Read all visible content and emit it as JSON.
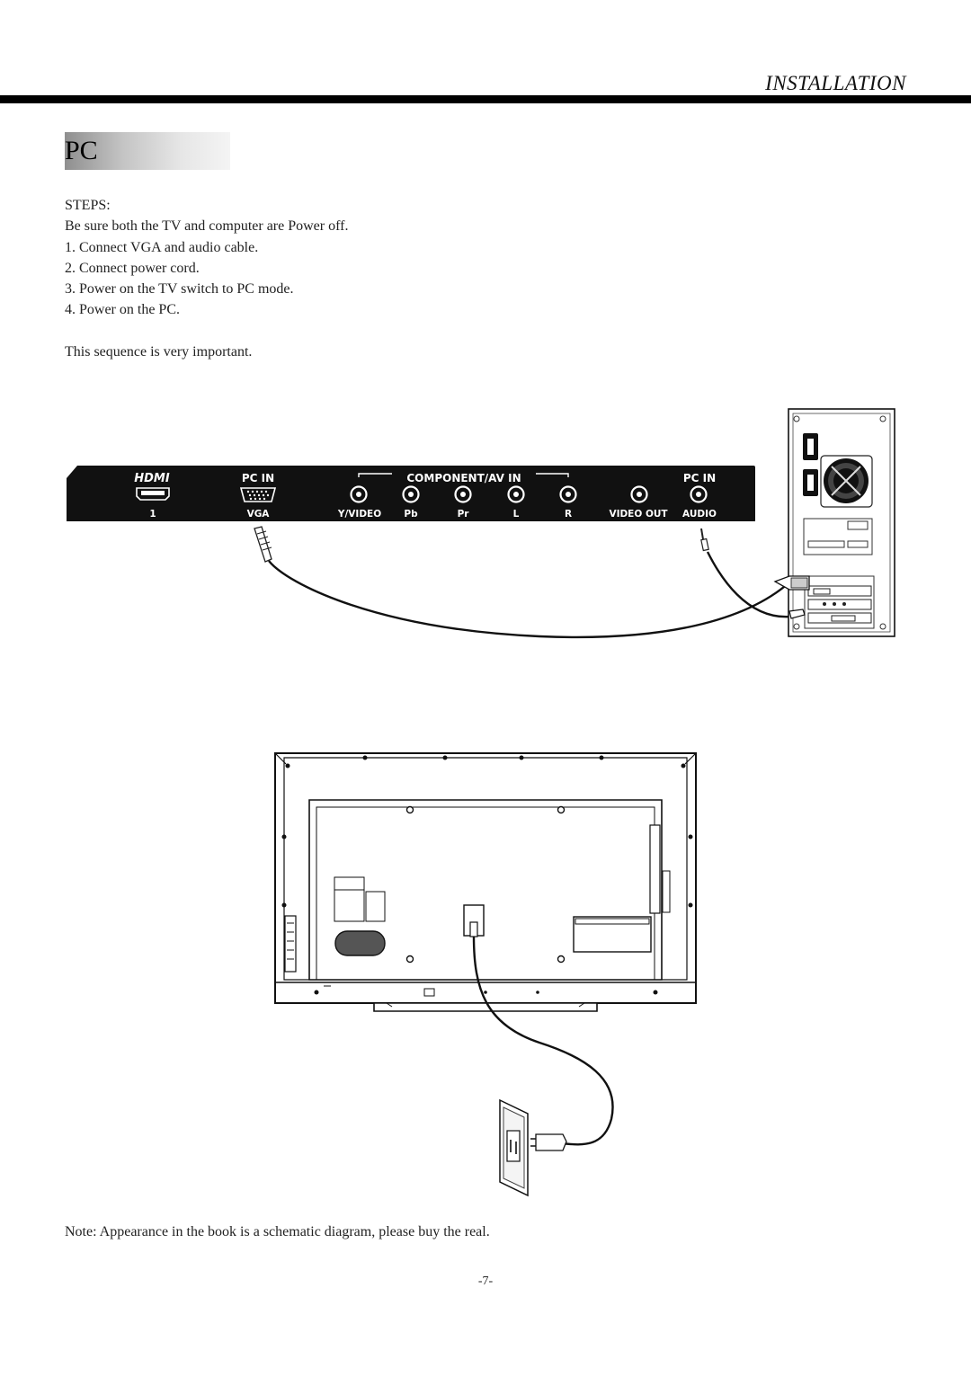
{
  "header": {
    "title": "INSTALLATION"
  },
  "section": {
    "title": "PC"
  },
  "steps": {
    "heading": "STEPS:",
    "intro": "Be sure both the TV and computer are Power off.",
    "items": [
      "1. Connect VGA and audio cable.",
      "2. Connect power cord.",
      "3. Power on the TV switch to PC mode.",
      "4. Power on the PC."
    ],
    "closing": "This sequence is very important."
  },
  "panel": {
    "hdmi_logo": "HDMI",
    "pc_in_label": "PC IN",
    "component_label": "COMPONENT/AV IN",
    "pc_in_audio_label": "PC IN",
    "bottom_labels": {
      "hdmi": "1",
      "vga": "VGA",
      "yvideo": "Y/VIDEO",
      "pb": "Pb",
      "pr": "Pr",
      "l": "L",
      "r": "R",
      "video_out": "VIDEO OUT",
      "audio": "AUDIO"
    }
  },
  "note": "Note: Appearance in the book is a schematic diagram, please buy the real.",
  "page_number": "-7-"
}
